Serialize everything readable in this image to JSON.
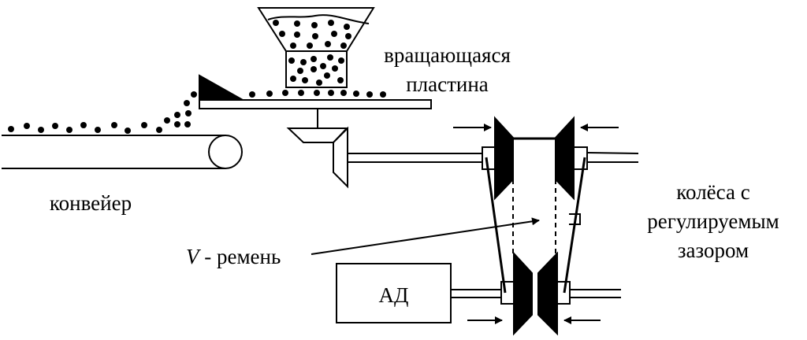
{
  "labels": {
    "plate": [
      "вращающаяся",
      "пластина"
    ],
    "conveyor": "конвейер",
    "wheels": [
      "колёса с",
      "регулируемым",
      "зазором"
    ],
    "belt_symbol": "V",
    "belt_text": " - ремень",
    "motor": "АД"
  },
  "colors": {
    "ink": "#000000",
    "background": "#ffffff"
  }
}
